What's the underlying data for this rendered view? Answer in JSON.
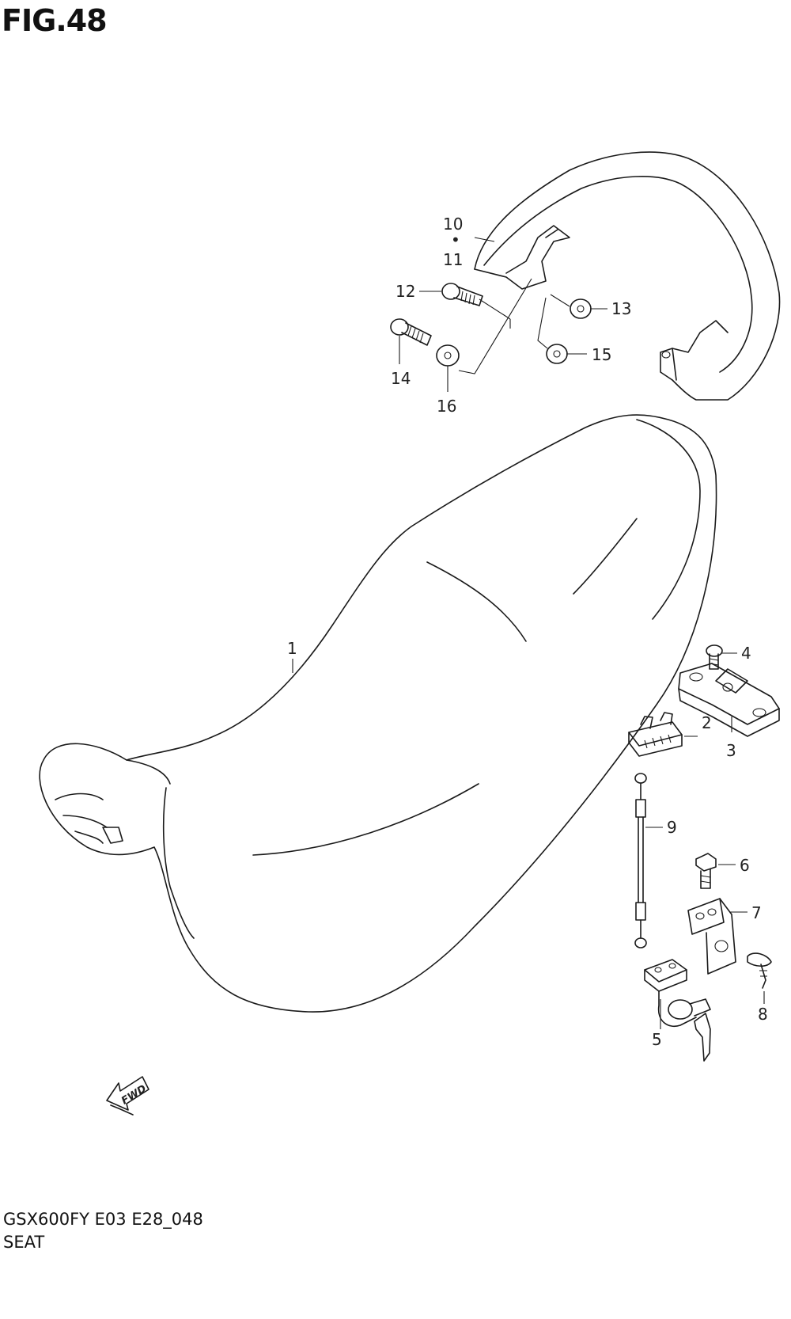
{
  "figure": {
    "title": "FIG.48",
    "code": "GSX600FY E03 E28_048",
    "name": "SEAT",
    "fwd_label": "FWD"
  },
  "callouts": [
    {
      "id": "1",
      "text": "1"
    },
    {
      "id": "2",
      "text": "2"
    },
    {
      "id": "3",
      "text": "3"
    },
    {
      "id": "4",
      "text": "4"
    },
    {
      "id": "5",
      "text": "5"
    },
    {
      "id": "6",
      "text": "6"
    },
    {
      "id": "7",
      "text": "7"
    },
    {
      "id": "8",
      "text": "8"
    },
    {
      "id": "9",
      "text": "9"
    },
    {
      "id": "10",
      "text": "10"
    },
    {
      "id": "11",
      "text": "11"
    },
    {
      "id": "12",
      "text": "12"
    },
    {
      "id": "13",
      "text": "13"
    },
    {
      "id": "14",
      "text": "14"
    },
    {
      "id": "15",
      "text": "15"
    },
    {
      "id": "16",
      "text": "16"
    }
  ],
  "separator": "•"
}
